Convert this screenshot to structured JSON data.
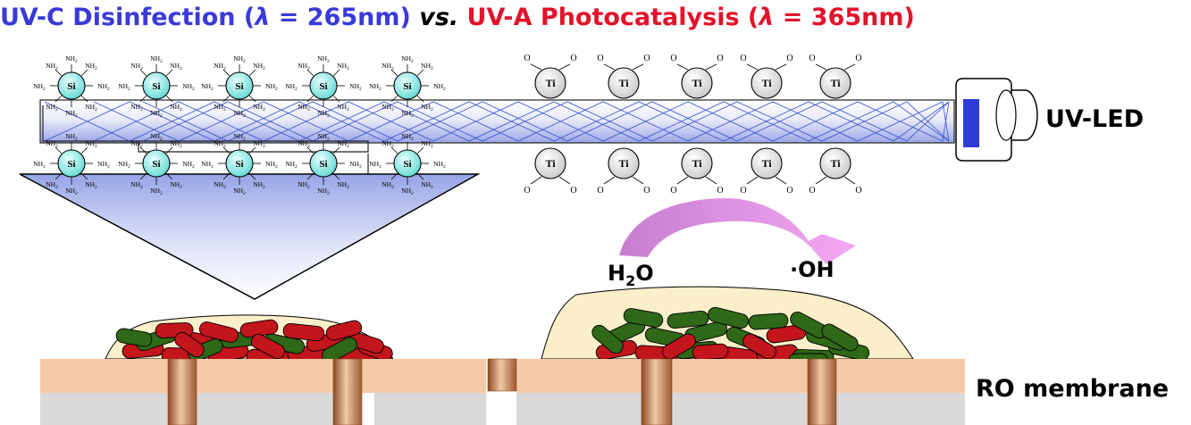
{
  "title": {
    "part1": "UV-C Disinfection (",
    "lambda1": "λ",
    "eq1": " = 265nm)",
    "vs": " vs. ",
    "part2": "UV-A Photocatalysis (",
    "lambda2": "λ",
    "eq2": " = 365nm)"
  },
  "labels": {
    "uv_led": "UV-LED",
    "h2o_h": "H",
    "h2o_sub": "2",
    "h2o_o": "O",
    "oh": "·OH",
    "ro_membrane": "RO membrane"
  },
  "atoms": {
    "si": "Si",
    "ti": "Ti",
    "nh2_n": "NH",
    "nh2_sub": "2",
    "o": "O"
  },
  "colors": {
    "title_blue": "#3a3ad8",
    "title_red": "#e0142a",
    "si_fill": "#7fe7e2",
    "ti_fill": "#e6e6e6",
    "led_blue": "#2f3bd8",
    "biofilm": "#fbefc9",
    "bacteria_red": "#c3151c",
    "bacteria_green": "#2f6818",
    "membrane_top": "#f6c9a6",
    "membrane_bottom": "#d9d9d9",
    "pore": "#b06a3a",
    "arrow": "#d88ee0"
  }
}
